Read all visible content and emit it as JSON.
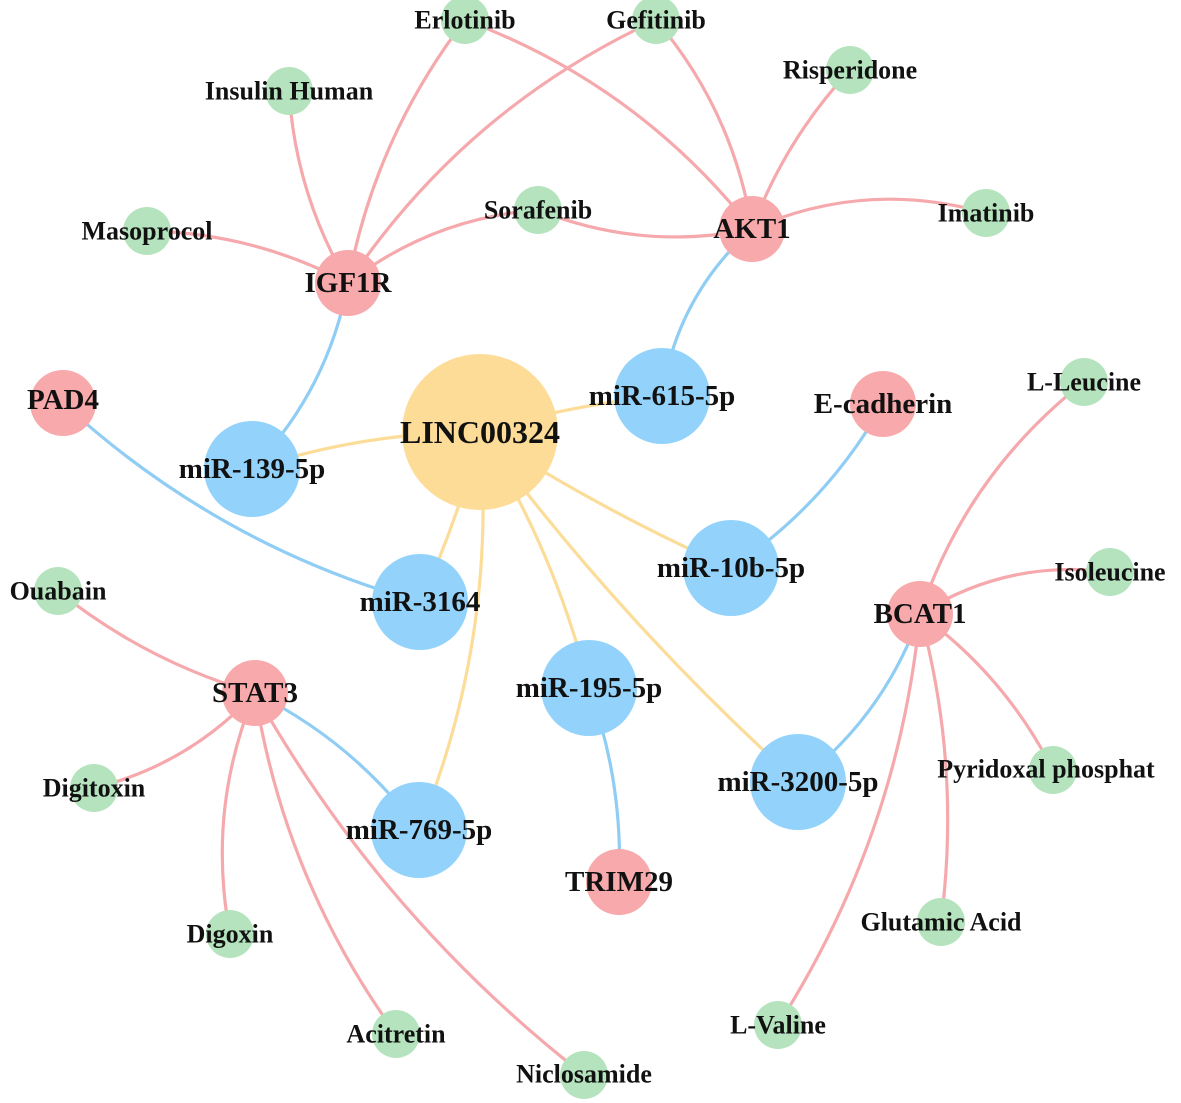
{
  "colors": {
    "lncrna_node": "#fddc98",
    "mirna_node": "#93d3fb",
    "gene_node": "#f8a9ab",
    "drug_node": "#b4e3bd",
    "lnc_mirna_edge": "#fcdc99",
    "mirna_gene_edge": "#90cdf4",
    "gene_drug_edge": "#f6a9ad"
  },
  "nodes": {
    "linc00324": {
      "label": "LINC00324",
      "type": "lncRNA"
    },
    "mir615": {
      "label": "miR-615-5p",
      "type": "miRNA"
    },
    "mir139": {
      "label": "miR-139-5p",
      "type": "miRNA"
    },
    "mir3164": {
      "label": "miR-3164",
      "type": "miRNA"
    },
    "mir10b": {
      "label": "miR-10b-5p",
      "type": "miRNA"
    },
    "mir195": {
      "label": "miR-195-5p",
      "type": "miRNA"
    },
    "mir3200": {
      "label": "miR-3200-5p",
      "type": "miRNA"
    },
    "mir769": {
      "label": "miR-769-5p",
      "type": "miRNA"
    },
    "igf1r": {
      "label": "IGF1R",
      "type": "gene"
    },
    "akt1": {
      "label": "AKT1",
      "type": "gene"
    },
    "pad4": {
      "label": "PAD4",
      "type": "gene"
    },
    "ecadherin": {
      "label": "E-cadherin",
      "type": "gene"
    },
    "bcat1": {
      "label": "BCAT1",
      "type": "gene"
    },
    "stat3": {
      "label": "STAT3",
      "type": "gene"
    },
    "trim29": {
      "label": "TRIM29",
      "type": "gene"
    },
    "erlotinib": {
      "label": "Erlotinib",
      "type": "drug"
    },
    "gefitinib": {
      "label": "Gefitinib",
      "type": "drug"
    },
    "insulin": {
      "label": "Insulin Human",
      "type": "drug"
    },
    "risperidone": {
      "label": "Risperidone",
      "type": "drug"
    },
    "sorafenib": {
      "label": "Sorafenib",
      "type": "drug"
    },
    "imatinib": {
      "label": "Imatinib",
      "type": "drug"
    },
    "masoprocol": {
      "label": "Masoprocol",
      "type": "drug"
    },
    "lleucine": {
      "label": "L-Leucine",
      "type": "drug"
    },
    "isoleucine": {
      "label": "Isoleucine",
      "type": "drug"
    },
    "pyridoxal": {
      "label": "Pyridoxal phosphat",
      "type": "drug"
    },
    "glutamic": {
      "label": "Glutamic Acid",
      "type": "drug"
    },
    "lvaline": {
      "label": "L-Valine",
      "type": "drug"
    },
    "ouabain": {
      "label": "Ouabain",
      "type": "drug"
    },
    "digitoxin": {
      "label": "Digitoxin",
      "type": "drug"
    },
    "digoxin": {
      "label": "Digoxin",
      "type": "drug"
    },
    "acitretin": {
      "label": "Acitretin",
      "type": "drug"
    },
    "niclosamide": {
      "label": "Niclosamide",
      "type": "drug"
    }
  },
  "edges": [
    {
      "source": "linc00324",
      "target": "mir615"
    },
    {
      "source": "linc00324",
      "target": "mir139"
    },
    {
      "source": "linc00324",
      "target": "mir3164"
    },
    {
      "source": "linc00324",
      "target": "mir10b"
    },
    {
      "source": "linc00324",
      "target": "mir195"
    },
    {
      "source": "linc00324",
      "target": "mir769"
    },
    {
      "source": "linc00324",
      "target": "mir3200"
    },
    {
      "source": "mir615",
      "target": "akt1"
    },
    {
      "source": "mir139",
      "target": "igf1r"
    },
    {
      "source": "mir3164",
      "target": "pad4"
    },
    {
      "source": "mir10b",
      "target": "ecadherin"
    },
    {
      "source": "mir195",
      "target": "trim29"
    },
    {
      "source": "mir3200",
      "target": "bcat1"
    },
    {
      "source": "mir769",
      "target": "stat3"
    },
    {
      "source": "igf1r",
      "target": "masoprocol"
    },
    {
      "source": "igf1r",
      "target": "insulin"
    },
    {
      "source": "igf1r",
      "target": "erlotinib"
    },
    {
      "source": "igf1r",
      "target": "gefitinib"
    },
    {
      "source": "igf1r",
      "target": "sorafenib"
    },
    {
      "source": "akt1",
      "target": "erlotinib"
    },
    {
      "source": "akt1",
      "target": "gefitinib"
    },
    {
      "source": "akt1",
      "target": "risperidone"
    },
    {
      "source": "akt1",
      "target": "imatinib"
    },
    {
      "source": "akt1",
      "target": "sorafenib"
    },
    {
      "source": "bcat1",
      "target": "lleucine"
    },
    {
      "source": "bcat1",
      "target": "isoleucine"
    },
    {
      "source": "bcat1",
      "target": "pyridoxal"
    },
    {
      "source": "bcat1",
      "target": "glutamic"
    },
    {
      "source": "bcat1",
      "target": "lvaline"
    },
    {
      "source": "stat3",
      "target": "ouabain"
    },
    {
      "source": "stat3",
      "target": "digitoxin"
    },
    {
      "source": "stat3",
      "target": "digoxin"
    },
    {
      "source": "stat3",
      "target": "acitretin"
    },
    {
      "source": "stat3",
      "target": "niclosamide"
    }
  ]
}
